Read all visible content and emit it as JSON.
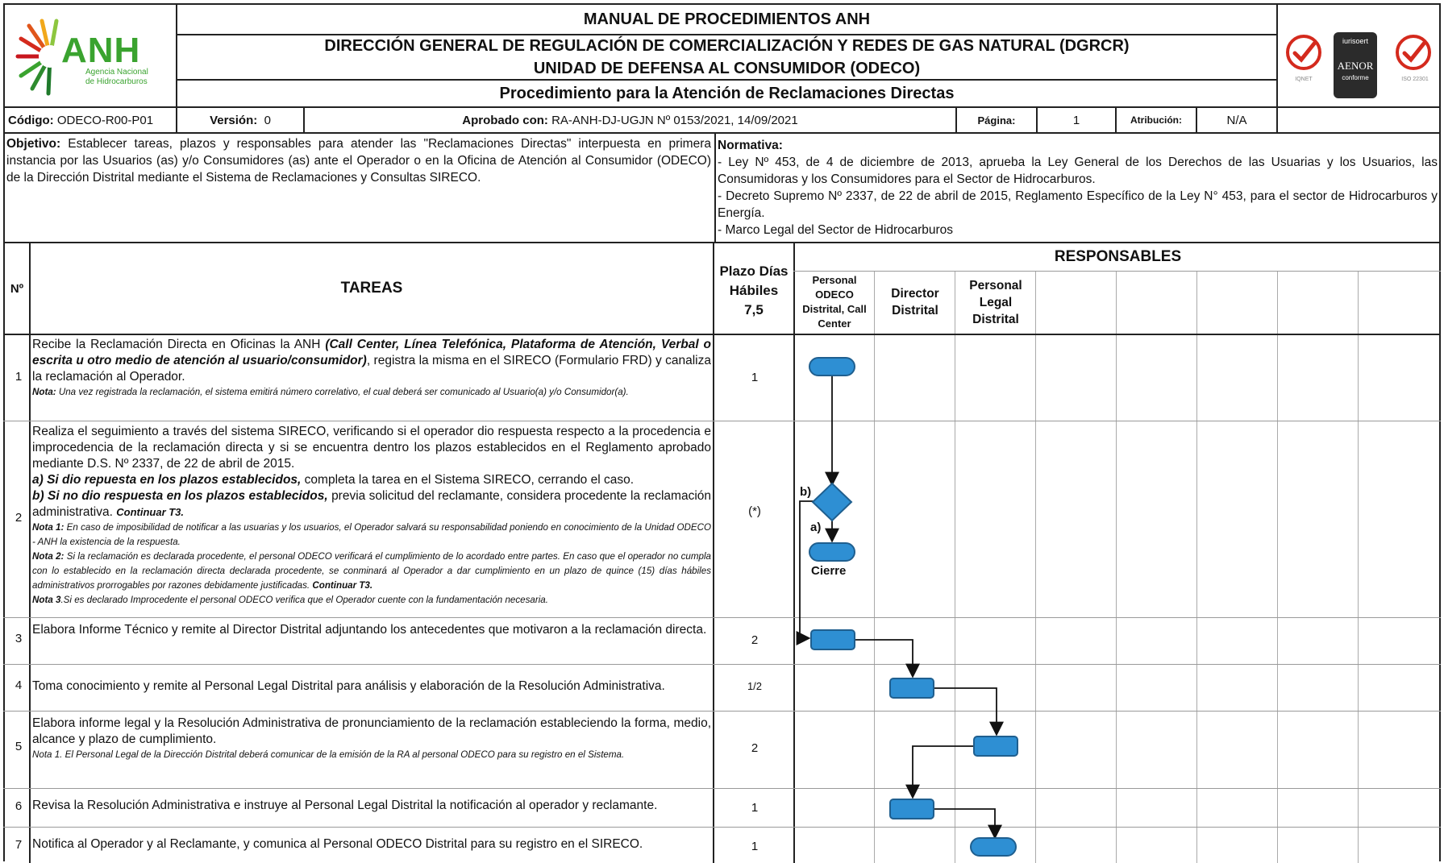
{
  "header": {
    "title": "MANUAL DE PROCEDIMIENTOS ANH",
    "direccion": "DIRECCIÓN GENERAL DE REGULACIÓN DE COMERCIALIZACIÓN Y REDES DE GAS NATURAL (DGRCR)",
    "unidad": "UNIDAD DE DEFENSA AL CONSUMIDOR (ODECO)",
    "procedimiento": "Procedimiento para la Atención de Reclamaciones Directas",
    "logo_text": "ANH",
    "logo_sub1": "Agencia Nacional",
    "logo_sub2": "de Hidrocarburos",
    "cert1": "IQNET",
    "cert2_top": "iurisoert",
    "cert2_mid": "AENOR",
    "cert2_bot": "conforme",
    "cert3": "ISO 22301"
  },
  "meta": {
    "codigo_label": "Código:",
    "codigo": "ODECO-R00-P01",
    "version_label": "Versión:",
    "version": "0",
    "aprobado_label": "Aprobado con:",
    "aprobado": "RA-ANH-DJ-UGJN Nº 0153/2021, 14/09/2021",
    "pagina_label": "Página:",
    "pagina": "1",
    "atribucion_label": "Atribución:",
    "atribucion": "N/A"
  },
  "objetivo": {
    "label": "Objetivo:",
    "text": "Establecer tareas, plazos y responsables para atender las \"Reclamaciones Directas\" interpuesta en primera instancia por las Usuarios (as) y/o Consumidores (as) ante el Operador o en la Oficina de Atención al Consumidor (ODECO) de la Dirección Distrital mediante el Sistema de Reclamaciones y Consultas SIRECO."
  },
  "normativa": {
    "label": "Normativa:",
    "items": [
      "- Ley Nº 453, de 4 de diciembre de 2013, aprueba la Ley General de los Derechos de las Usuarias y los Usuarios, las Consumidoras y los Consumidores para el Sector de Hidrocarburos.",
      "- Decreto Supremo Nº 2337, de 22 de abril de 2015, Reglamento Específico de la Ley N° 453, para el sector de Hidrocarburos y Energía.",
      "- Marco Legal del Sector de Hidrocarburos"
    ]
  },
  "table": {
    "col_num": "Nº",
    "col_tareas": "TAREAS",
    "col_plazo": "Plazo Días Hábiles",
    "plazo_total": "7,5",
    "responsables": "RESPONSABLES",
    "roles": [
      "Personal ODECO Distrital, Call Center",
      "Director Distrital",
      "Personal Legal Distrital"
    ]
  },
  "rows": [
    {
      "n": "1",
      "plazo": "1",
      "t1": "Recibe la Reclamación Directa en Oficinas la ANH ",
      "t1b": "(Call Center, Línea Telefónica, Plataforma de Atención, Verbal o escrita u otro medio de atención al usuario/consumidor)",
      "t1c": ", registra la misma en el SIRECO (Formulario FRD) y canaliza la reclamación al Operador.",
      "note_label": "Nota:",
      "note": "Una vez registrada la reclamación, el sistema emitirá número correlativo, el cual deberá ser comunicado al Usuario(a) y/o Consumidor(a)."
    },
    {
      "n": "2",
      "plazo": "(*)",
      "t1": "Realiza el seguimiento a través del sistema SIRECO, verificando si el operador dio respuesta respecto a la procedencia e improcedencia de la reclamación directa y si se encuentra dentro los plazos establecidos en el Reglamento aprobado mediante D.S. Nº 2337, de 22 de abril de 2015.",
      "a_label": "a) Si dio repuesta en los plazos establecidos,",
      "a_text": "completa la tarea en el Sistema SIRECO, cerrando el caso.",
      "b_label": "b) Si no dio respuesta en los plazos establecidos,",
      "b_text": "previa solicitud del reclamante, considera procedente la reclamación administrativa.",
      "b_cont": "Continuar T3.",
      "n1_label": "Nota 1:",
      "n1": "En caso de imposibilidad de notificar a las usuarias y los usuarios, el Operador salvará su responsabilidad poniendo en conocimiento de la Unidad ODECO - ANH la existencia de la respuesta.",
      "n2_label": "Nota 2:",
      "n2": "Si la reclamación es declarada procedente, el personal ODECO verificará el cumplimiento de lo acordado entre partes. En caso que el operador no cumpla con lo establecido en la reclamación directa declarada procedente, se conminará al Operador a dar cumplimiento en un plazo de quince (15) días hábiles administrativos prorrogables por razones debidamente justificadas.",
      "n2_cont": "Continuar T3.",
      "n3_label": "Nota 3",
      "n3": ".Si es declarado Improcedente el personal ODECO verifica que el Operador cuente con la fundamentación necesaria."
    },
    {
      "n": "3",
      "plazo": "2",
      "t1": "Elabora Informe Técnico y remite al Director Distrital adjuntando los antecedentes que motivaron a la reclamación directa."
    },
    {
      "n": "4",
      "plazo": "1/2",
      "t1": "Toma conocimiento y remite al Personal Legal Distrital para análisis y elaboración de la Resolución Administrativa."
    },
    {
      "n": "5",
      "plazo": "2",
      "t1": "Elabora informe legal y la Resolución Administrativa de pronunciamiento de la reclamación estableciendo la forma, medio, alcance y plazo de cumplimiento.",
      "note": "Nota 1. El Personal Legal de la Dirección Distrital deberá comunicar de la emisión de la RA al personal ODECO para su registro en el Sistema."
    },
    {
      "n": "6",
      "plazo": "1",
      "t1": "Revisa la Resolución Administrativa e instruye al Personal Legal Distrital la notificación al operador y reclamante."
    },
    {
      "n": "7",
      "plazo": "1",
      "t1": "Notifica al Operador y al Reclamante, y comunica al Personal ODECO Distrital para su registro en el SIRECO."
    }
  ],
  "flow": {
    "label_b": "b)",
    "label_a": "a)",
    "label_cierre": "Cierre"
  },
  "colors": {
    "shape_fill": "#2e8fd3",
    "shape_border": "#1f5f8f",
    "logo_green": "#3aa32f",
    "logo_red": "#d42a1d"
  }
}
